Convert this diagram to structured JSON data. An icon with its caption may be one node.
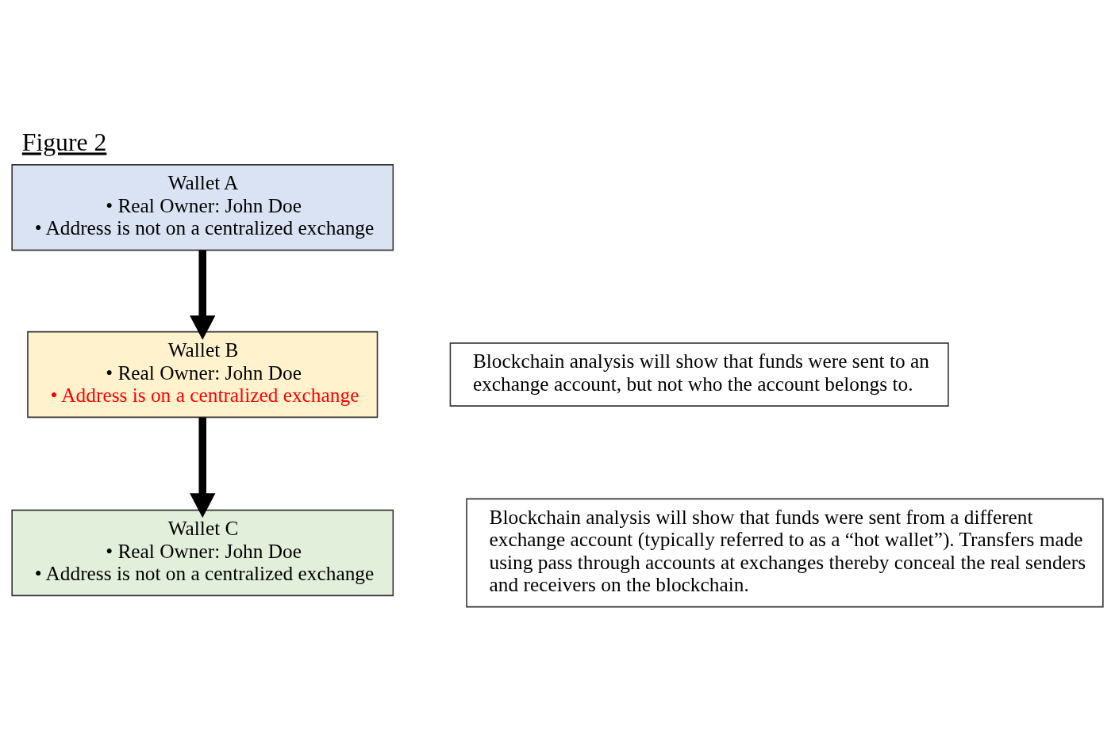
{
  "diagram": {
    "title": "Figure 2",
    "nodes": [
      {
        "text": [
          "Wallet A",
          "• Real Owner: John Doe",
          "• Address is not on a centralized exchange"
        ]
      },
      {
        "text": [
          "Wallet B",
          "• Real Owner: John Doe",
          "• Address is on a centralized exchange"
        ]
      },
      {
        "text": [
          "Wallet C",
          "• Real Owner: John Doe",
          "• Address is not on a centralized exchange"
        ]
      },
      {
        "text": [
          "Blockchain analysis will show that funds were sent to an exchange account, but not who the account belongs to."
        ]
      },
      {
        "text": [
          "Blockchain analysis will show that funds were sent from a different exchange account (typically referred to as a “hot wallet”). Transfers made using pass through accounts at exchanges thereby conceal the real senders and receivers on the blockchain."
        ]
      }
    ],
    "edges": [
      {
        "from": 0,
        "to": 1,
        "arrow": "to"
      },
      {
        "from": 1,
        "to": 2,
        "arrow": "to"
      }
    ]
  }
}
